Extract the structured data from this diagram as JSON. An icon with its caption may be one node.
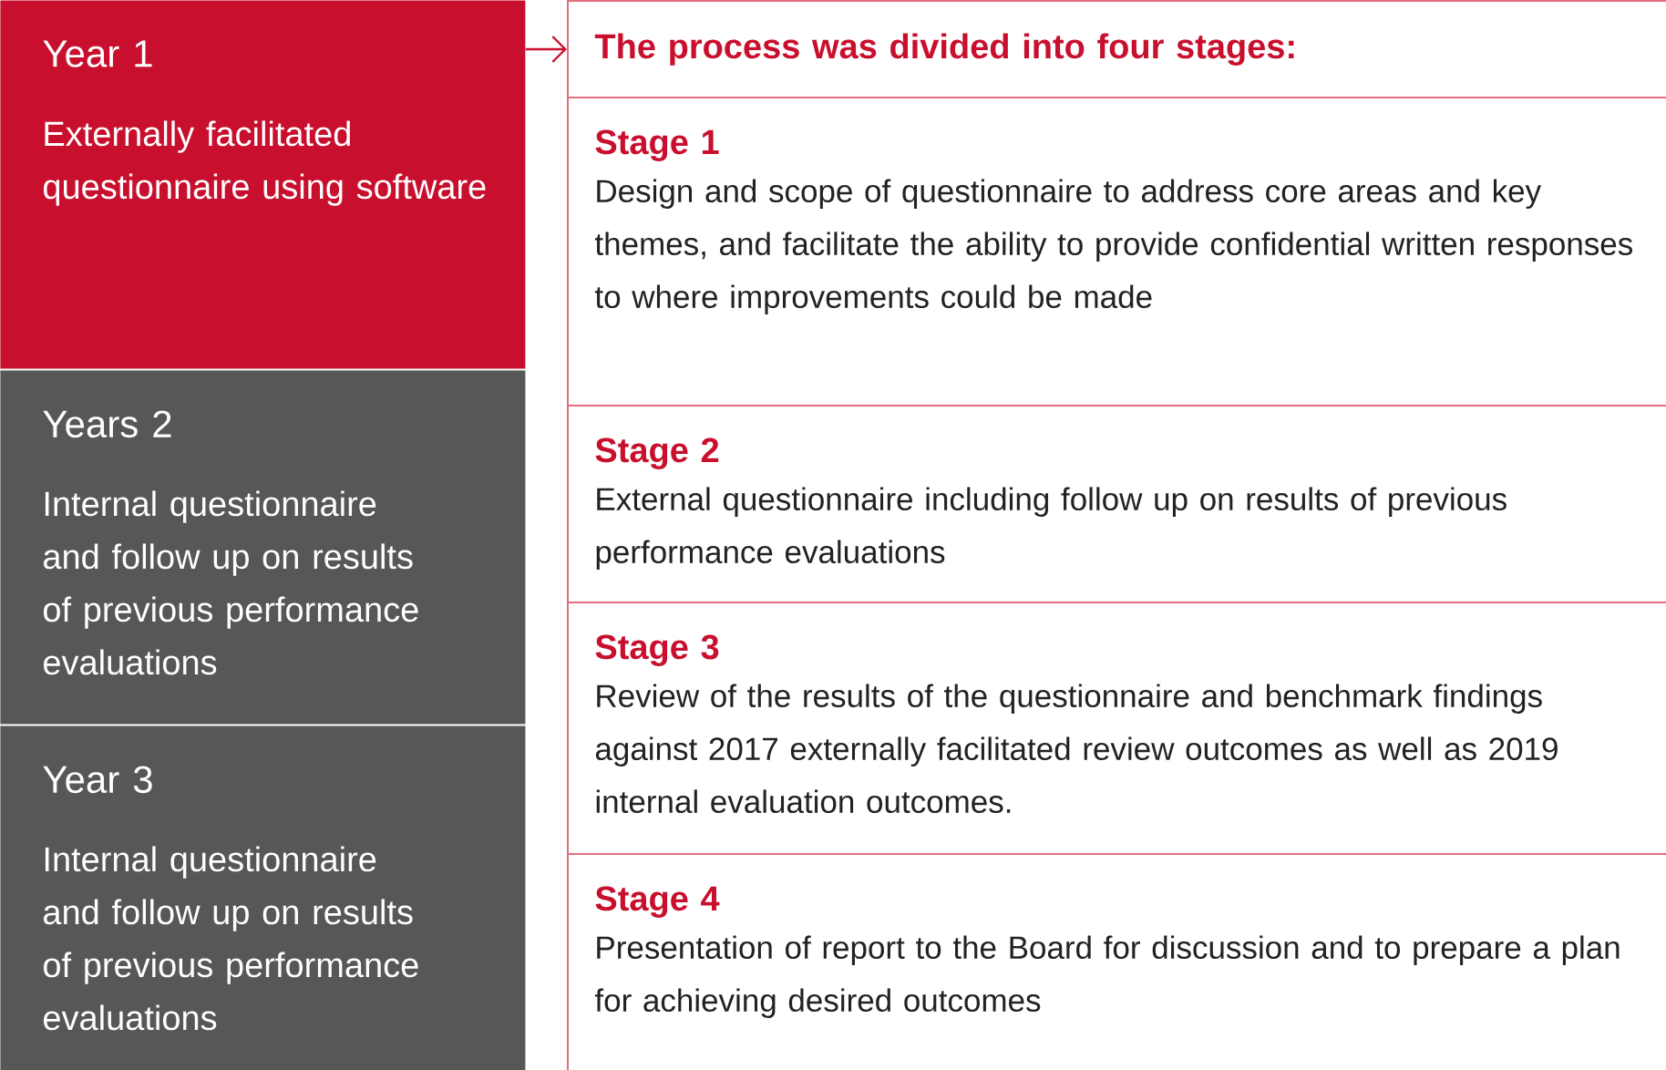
{
  "diagram": {
    "nodes": [
      {
        "text": [
          "Year 1",
          "Externally facilitated questionnaire using software"
        ]
      },
      {
        "text": [
          "Years 2",
          "Internal questionnaire and follow up on results of previous performance evaluations"
        ]
      },
      {
        "text": [
          "Year 3",
          "Internal questionnaire and follow up on results of previous performance evaluations"
        ]
      },
      {
        "text": [
          "The process was divided into four stages:"
        ]
      },
      {
        "text": [
          "Stage 1",
          "Design and scope of questionnaire to address core areas and key themes, and facilitate the ability to provide confidential written responses to where improvements could be made"
        ]
      },
      {
        "text": [
          "Stage 2",
          "External questionnaire including follow up on results of previous performance evaluations"
        ]
      },
      {
        "text": [
          "Stage 3",
          "Review of the results of the questionnaire and benchmark findings against 2017 externally facilitated review outcomes as well as 2019 internal evaluation outcomes."
        ]
      },
      {
        "text": [
          "Stage 4",
          "Presentation of report to the Board for discussion and to prepare a plan for achieving desired outcomes"
        ]
      }
    ],
    "edges": [
      {
        "from": 0,
        "to": 3,
        "arrow": "to"
      }
    ]
  }
}
